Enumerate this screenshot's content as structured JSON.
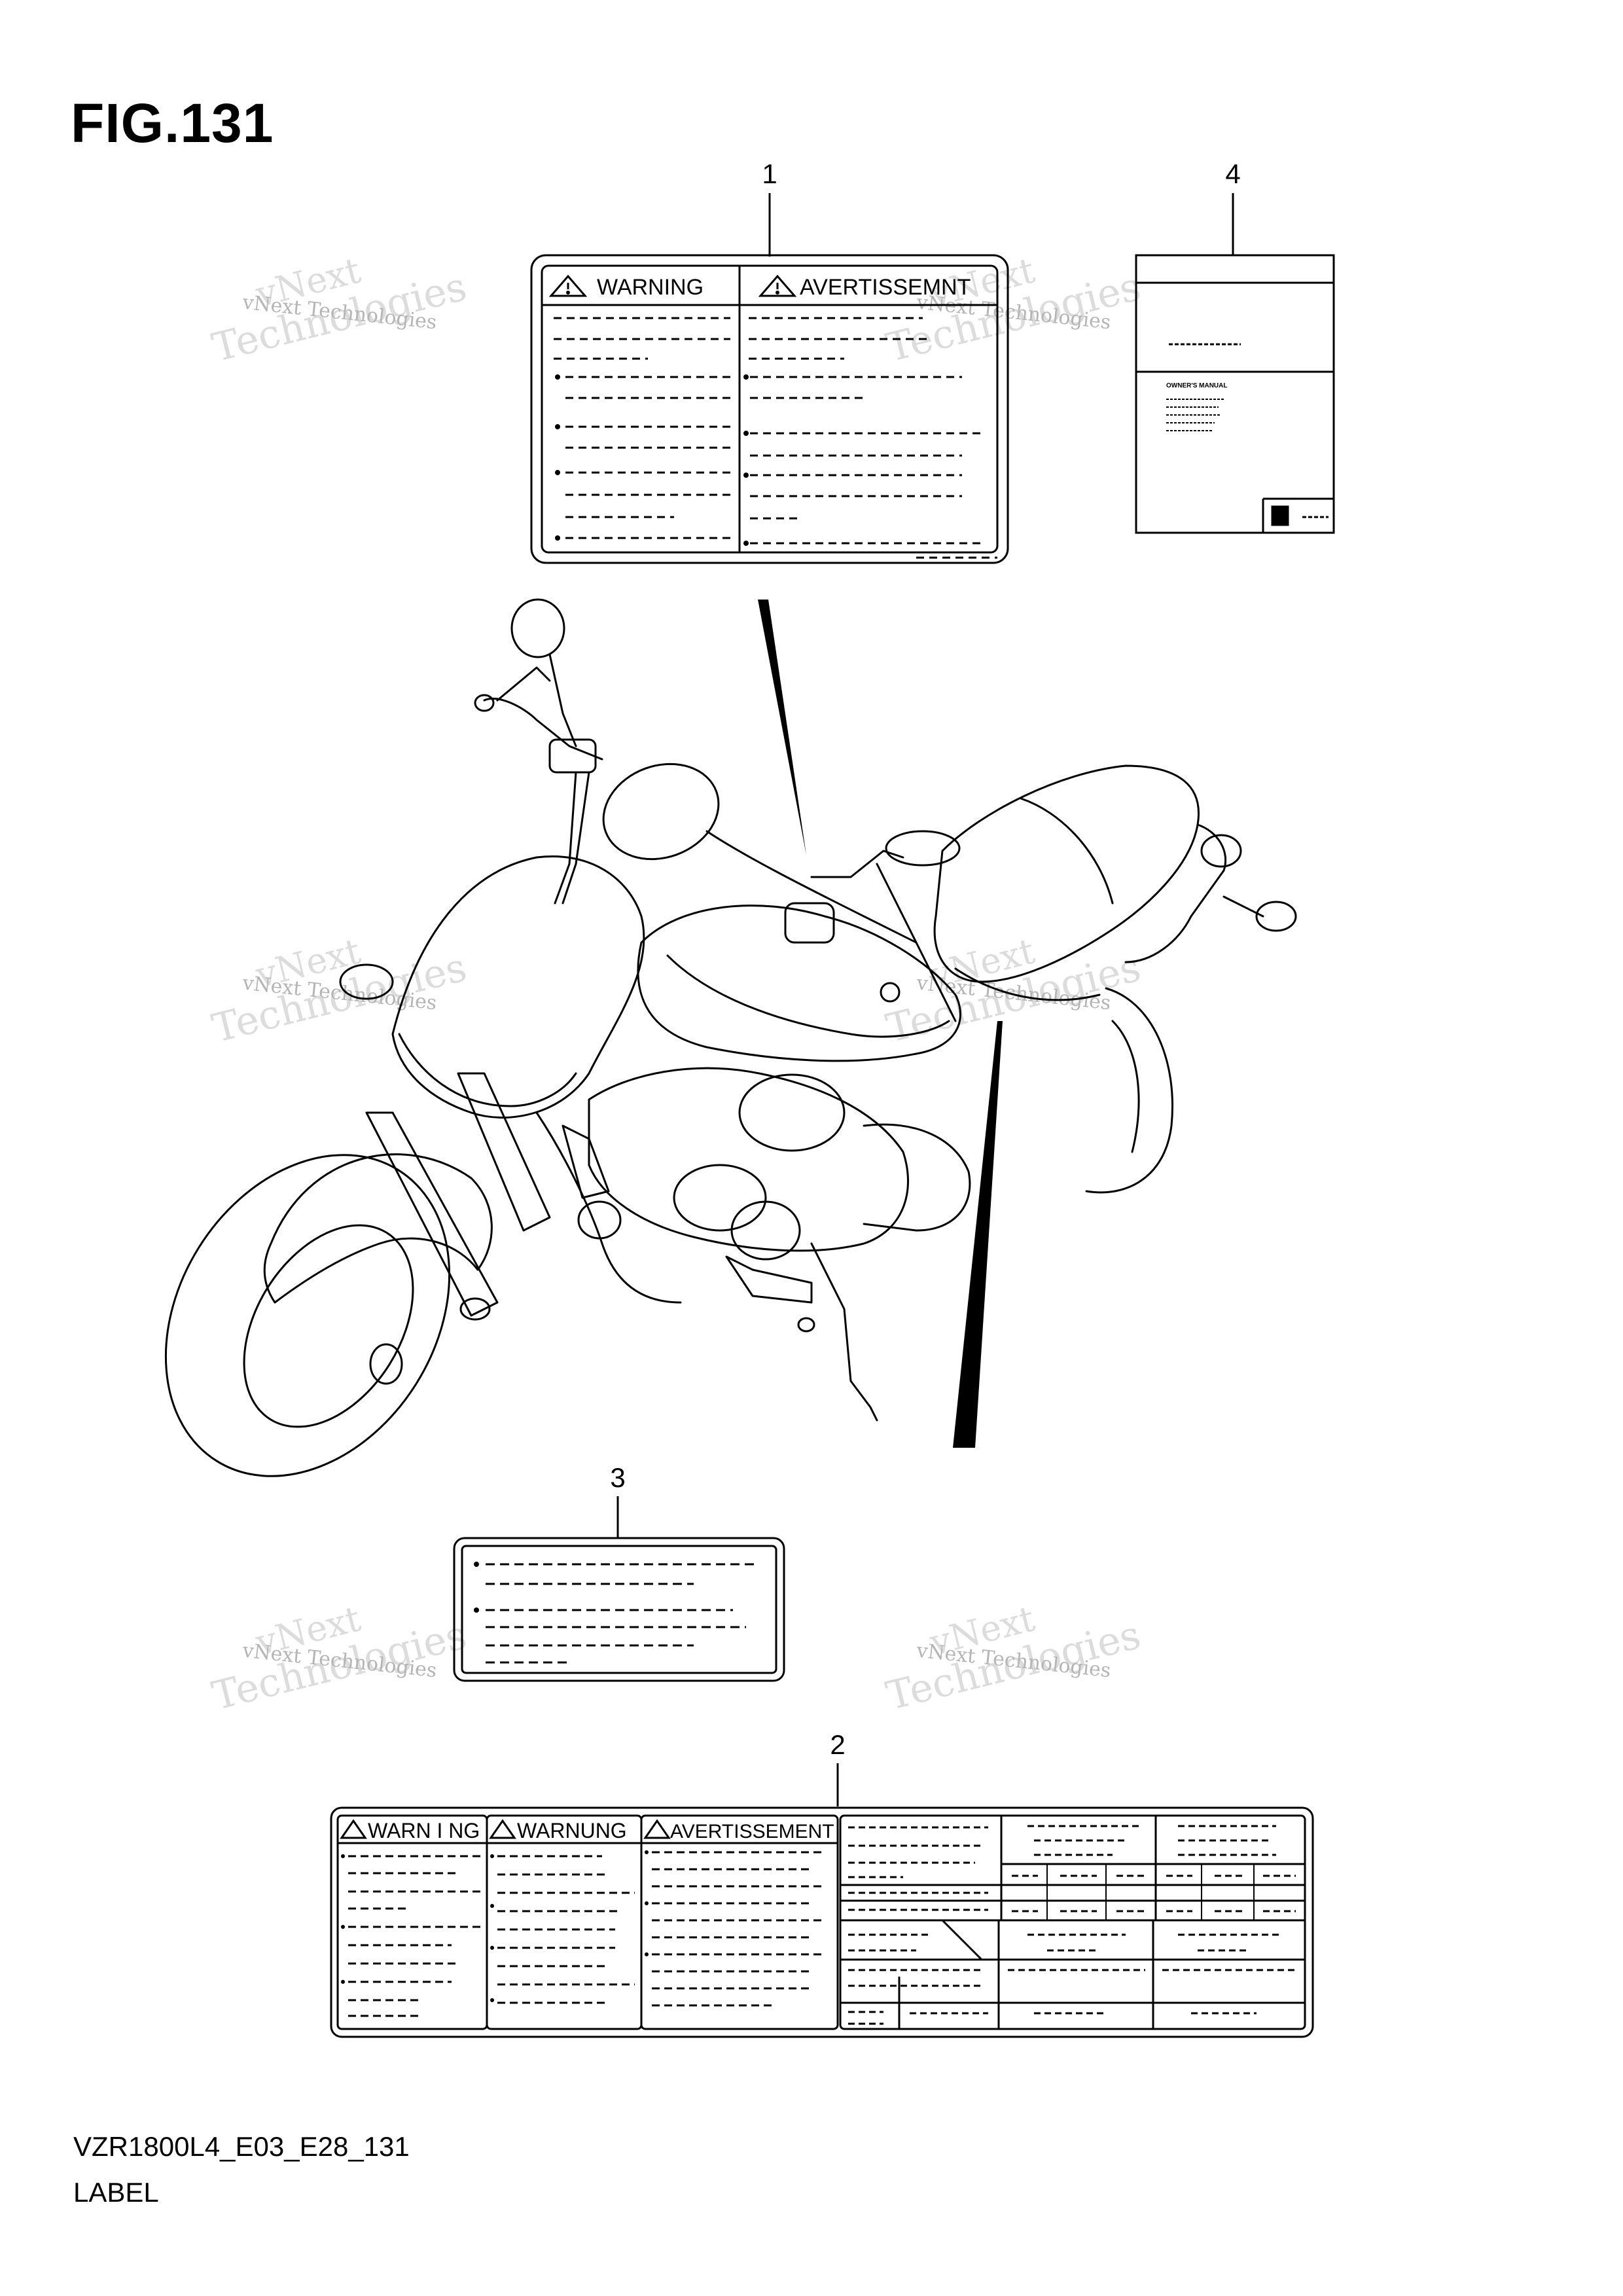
{
  "figure": {
    "title": "FIG.131",
    "code": "VZR1800L4_E03_E28_131",
    "name": "LABEL"
  },
  "callouts": [
    "1",
    "2",
    "3",
    "4"
  ],
  "label1": {
    "left_heading": "WARNING",
    "right_heading": "AVERTISSEMNT"
  },
  "label2": {
    "h1": "WARN I NG",
    "h2": "WARNUNG",
    "h3": "AVERTISSEMENT"
  },
  "label4": {
    "line": "OWNER'S MANUAL"
  },
  "watermark": {
    "line1": "vNext",
    "line2": "Technologies",
    "small": "vNext Technologies"
  }
}
